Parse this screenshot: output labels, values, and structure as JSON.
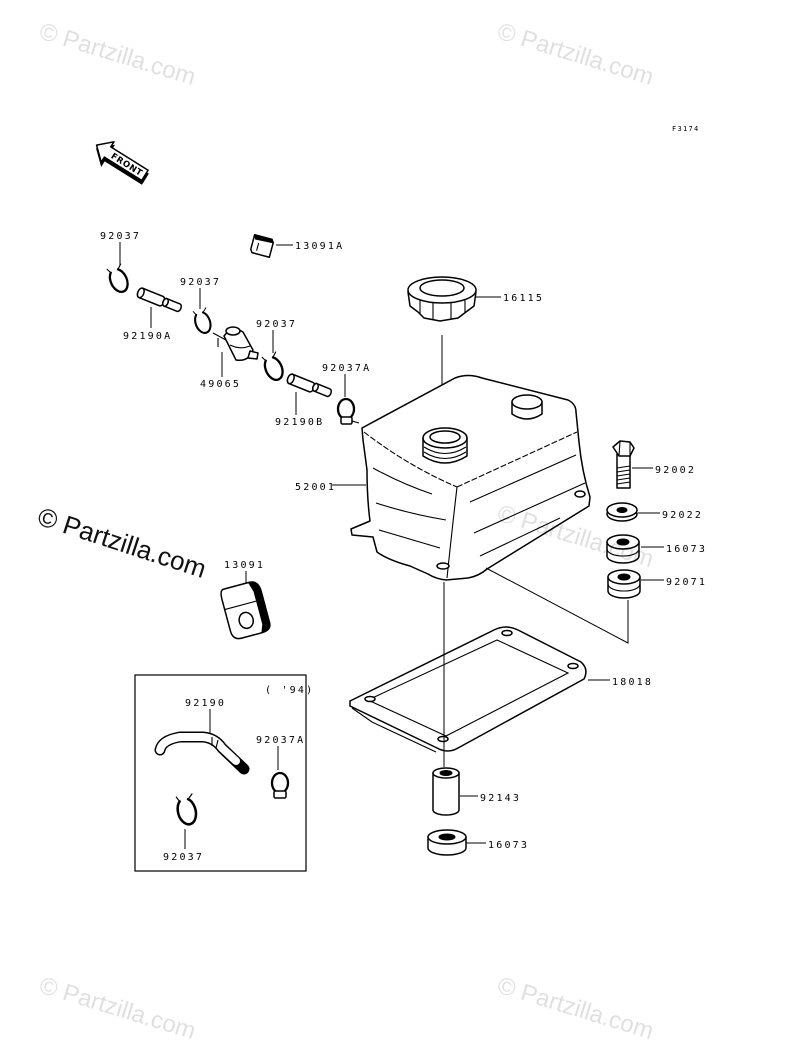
{
  "watermark": "© Partzilla.com",
  "figure_id": "F3174",
  "front_arrow_label": "FRONT",
  "inset": {
    "label": "( '94)"
  },
  "callouts": {
    "clip_upper_left": "92037",
    "bracket_small": "13091A",
    "clip_second": "92037",
    "cap": "16115",
    "clip_third": "92037",
    "tubes_a": "92190A",
    "clamp": "92037A",
    "valve": "49065",
    "tubes_b": "92190B",
    "bolt": "92002",
    "tank": "52001",
    "washer": "92022",
    "grommet_upper": "16073",
    "damper": "13091",
    "grommet_mid": "92071",
    "plate": "18018",
    "inset_hose": "92190",
    "inset_clamp": "92037A",
    "collar": "92143",
    "grommet_lower": "16073",
    "inset_clip": "92037"
  }
}
